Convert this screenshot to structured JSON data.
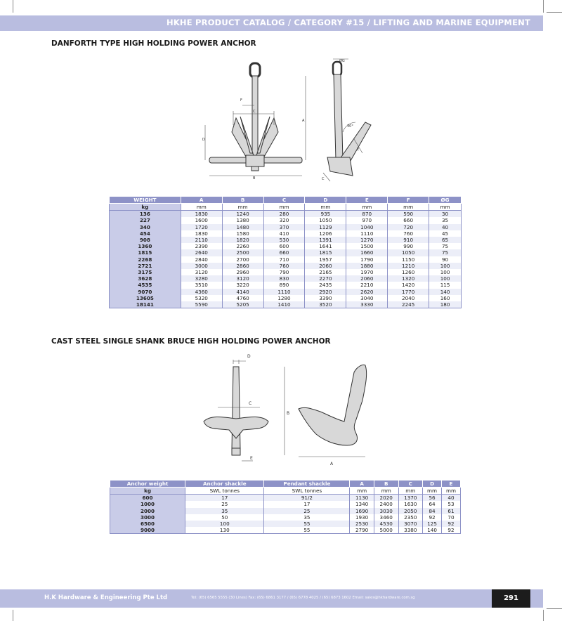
{
  "header": {
    "title": "HKHE PRODUCT CATALOG / CATEGORY #15 / LIFTING AND MARINE EQUIPMENT"
  },
  "section1": {
    "title": "DANFORTH TYPE HIGH HOLDING POWER ANCHOR",
    "diagram_labels": {
      "a": "A",
      "b": "B",
      "c": "C",
      "d": "D",
      "e": "E",
      "f": "F",
      "g": "ØG",
      "angle": "30°"
    },
    "columns": [
      "WEIGHT",
      "A",
      "B",
      "C",
      "D",
      "E",
      "F",
      "ØG"
    ],
    "units": [
      "kg",
      "mm",
      "mm",
      "mm",
      "mm",
      "mm",
      "mm",
      "mm"
    ],
    "rows": [
      [
        "136",
        "1830",
        "1240",
        "280",
        "935",
        "870",
        "590",
        "30"
      ],
      [
        "227",
        "1600",
        "1380",
        "320",
        "1050",
        "970",
        "660",
        "35"
      ],
      [
        "340",
        "1720",
        "1480",
        "370",
        "1129",
        "1040",
        "720",
        "40"
      ],
      [
        "454",
        "1830",
        "1580",
        "410",
        "1206",
        "1110",
        "760",
        "45"
      ],
      [
        "908",
        "2110",
        "1820",
        "530",
        "1391",
        "1270",
        "910",
        "65"
      ],
      [
        "1360",
        "2390",
        "2260",
        "600",
        "1641",
        "1500",
        "990",
        "75"
      ],
      [
        "1815",
        "2640",
        "2500",
        "660",
        "1815",
        "1660",
        "1050",
        "75"
      ],
      [
        "2268",
        "2840",
        "2700",
        "710",
        "1957",
        "1790",
        "1150",
        "90"
      ],
      [
        "2721",
        "3000",
        "2860",
        "760",
        "2060",
        "1880",
        "1210",
        "100"
      ],
      [
        "3175",
        "3120",
        "2960",
        "790",
        "2165",
        "1970",
        "1260",
        "100"
      ],
      [
        "3628",
        "3280",
        "3120",
        "830",
        "2270",
        "2060",
        "1320",
        "100"
      ],
      [
        "4535",
        "3510",
        "3220",
        "890",
        "2435",
        "2210",
        "1420",
        "115"
      ],
      [
        "9070",
        "4360",
        "4140",
        "1110",
        "2920",
        "2620",
        "1770",
        "140"
      ],
      [
        "13605",
        "5320",
        "4760",
        "1280",
        "3390",
        "3040",
        "2040",
        "160"
      ],
      [
        "18141",
        "5590",
        "5205",
        "1410",
        "3520",
        "3330",
        "2245",
        "180"
      ]
    ]
  },
  "section2": {
    "title": "CAST STEEL SINGLE SHANK BRUCE HIGH HOLDING POWER ANCHOR",
    "diagram_labels": {
      "a": "A",
      "b": "B",
      "c": "C",
      "d": "D",
      "e": "E"
    },
    "columns": [
      "Anchor weight",
      "Anchor shackle",
      "Pendant shackle",
      "A",
      "B",
      "C",
      "D",
      "E"
    ],
    "units": [
      "kg",
      "SWL tonnes",
      "SWL tonnes",
      "mm",
      "mm",
      "mm",
      "mm",
      "mm"
    ],
    "rows": [
      [
        "600",
        "17",
        "91/2",
        "1130",
        "2020",
        "1370",
        "56",
        "40"
      ],
      [
        "1000",
        "25",
        "17",
        "1340",
        "2400",
        "1630",
        "64",
        "53"
      ],
      [
        "2000",
        "35",
        "25",
        "1690",
        "3030",
        "2050",
        "84",
        "61"
      ],
      [
        "3000",
        "50",
        "35",
        "1930",
        "3460",
        "2350",
        "92",
        "70"
      ],
      [
        "6500",
        "100",
        "55",
        "2530",
        "4530",
        "3070",
        "125",
        "92"
      ],
      [
        "9000",
        "130",
        "55",
        "2790",
        "5000",
        "3380",
        "140",
        "92"
      ]
    ]
  },
  "footer": {
    "company": "H.K Hardware & Engineering Pte Ltd",
    "contact": "Tel: (65) 6565 5555 (30 Lines) Fax: (65) 6861 3177 / (65) 6778 4025 / (65) 6873 1602 Email: sales@hkhardware.com.sg",
    "page_number": "291"
  },
  "colors": {
    "accent": "#b9bde0",
    "table_header": "#8d92c7",
    "table_first_col": "#c9cce8",
    "page_box": "#1c1c1c"
  }
}
